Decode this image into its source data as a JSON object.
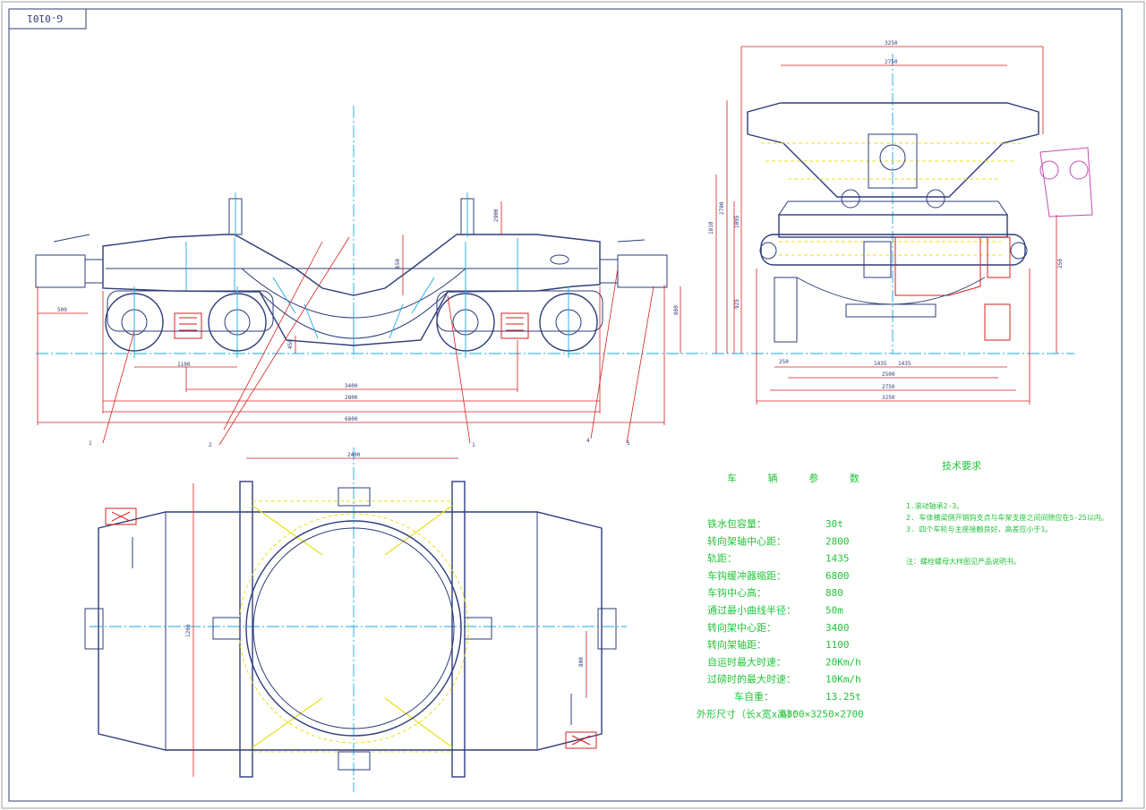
{
  "title_block": {
    "drawing_no": "G-0101"
  },
  "colors": {
    "outline": "#2f3d7a",
    "center_line": "#1aa9e6",
    "hidden": "#e8e01a",
    "green_text": "#22c43a",
    "red": "#d81f1f",
    "magenta": "#c64bb2",
    "dim": "#3aa0e0"
  },
  "params_table": {
    "heading": "车 辆 参 数",
    "rows": [
      {
        "label": "铁水包容量：",
        "value": "30t"
      },
      {
        "label": "转向架轴中心距：",
        "value": "2800"
      },
      {
        "label": "轨距：",
        "value": "1435"
      },
      {
        "label": "车钩缓冲器缩距：",
        "value": "6800"
      },
      {
        "label": "车钩中心高：",
        "value": "880"
      },
      {
        "label": "通过最小曲线半径：",
        "value": "50m"
      },
      {
        "label": "转向架中心距：",
        "value": "3400"
      },
      {
        "label": "转向架轴距：",
        "value": "1100"
      },
      {
        "label": "自运时最大时速：",
        "value": "20Km/h"
      },
      {
        "label": "过磅时的最大时速：",
        "value": "10Km/h"
      },
      {
        "label": "车自重：",
        "value": "13.25t"
      },
      {
        "label": "外形尺寸（长x宽x高）：",
        "value": "6800×3250×2700"
      }
    ]
  },
  "tech_requirements": {
    "heading": "技术要求",
    "items": [
      "1.滚动轴承2-3。",
      "2. 车体横梁侧开销钩支点与车架支座之间间隙应在5-25以内。",
      "3. 四个车轮与主座接触良好，高差应小于1。",
      "注：螺栓螺母大样图见产品说明书。"
    ]
  },
  "dimensions": {
    "front_width_top": "3250",
    "front_width_inner": "2750",
    "front_height_a": "2700",
    "front_height_b": "1810",
    "front_side_a": "1095",
    "front_side_b": "925",
    "front_base_a": "1435",
    "front_base_b": "1435",
    "front_base_c": "2500",
    "front_base_d": "2750",
    "front_base_e": "3250",
    "front_small": "250",
    "side_wheelbase": "1100",
    "side_bogie_centers": "3400",
    "side_wheel_h": "880",
    "side_mid": "2800",
    "side_total": "6800",
    "side_coupler_left": "500",
    "side_coupler_right": "880",
    "side_drop_a": "650",
    "side_drop_b": "450",
    "side_drop_c": "2900",
    "plan_top": "2400",
    "plan_left": "1200",
    "plan_right": "800"
  },
  "callouts": [
    "1",
    "2",
    "1",
    "4",
    "5"
  ]
}
